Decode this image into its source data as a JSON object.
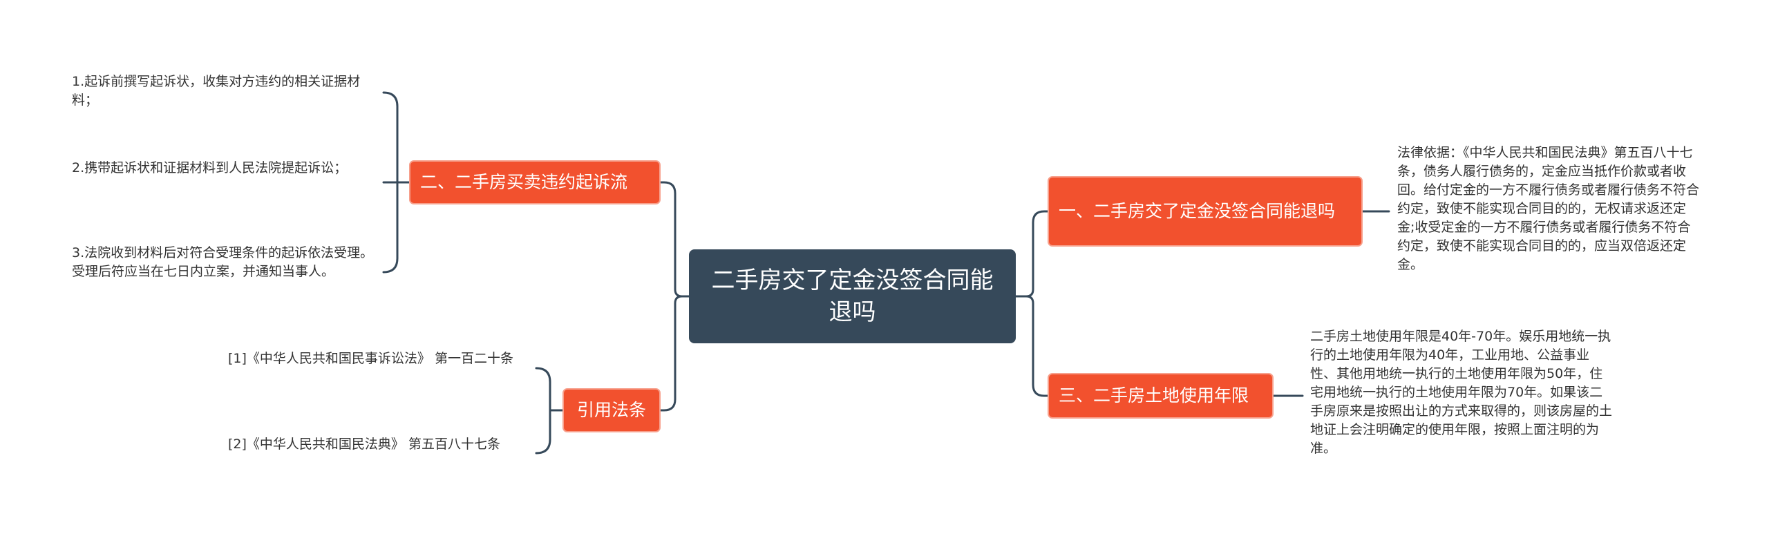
{
  "root": {
    "title": "二手房交了定金没签合同能退吗"
  },
  "branches": {
    "b1": {
      "label": "一、二手房交了定金没签合同能退吗",
      "leaves": [
        "法律依据：《中华人民共和国民法典》第五百八十七条，债务人履行债务的，定金应当抵作价款或者收回。给付定金的一方不履行债务或者履行债务不符合约定，致使不能实现合同目的的，无权请求返还定金;收受定金的一方不履行债务或者履行债务不符合约定，致使不能实现合同目的的，应当双倍返还定金。"
      ]
    },
    "b2": {
      "label": "二、二手房买卖违约起诉流",
      "leaves": [
        "1.起诉前撰写起诉状，收集对方违约的相关证据材料；",
        "2.携带起诉状和证据材料到人民法院提起诉讼；",
        "3.法院收到材料后对符合受理条件的起诉依法受理。受理后符应当在七日内立案，并通知当事人。"
      ]
    },
    "b3": {
      "label": "三、二手房土地使用年限",
      "leaves": [
        "二手房土地使用年限是40年-70年。娱乐用地统一执行的土地使用年限为40年，工业用地、公益事业性、其他用地统一执行的土地使用年限为50年，住宅用地统一执行的土地使用年限为70年。如果该二手房原来是按照出让的方式来取得的，则该房屋的土地证上会注明确定的使用年限，按照上面注明的为准。"
      ]
    },
    "b4": {
      "label": "引用法条",
      "leaves": [
        "[1]《中华人民共和国民事诉讼法》 第一百二十条",
        "[2]《中华人民共和国民法典》 第五百八十七条"
      ]
    }
  },
  "colors": {
    "root": "#36495a",
    "branch": "#f2512e",
    "branch_border": "#f7a08c",
    "line": "#36495a",
    "text": "#333333"
  }
}
